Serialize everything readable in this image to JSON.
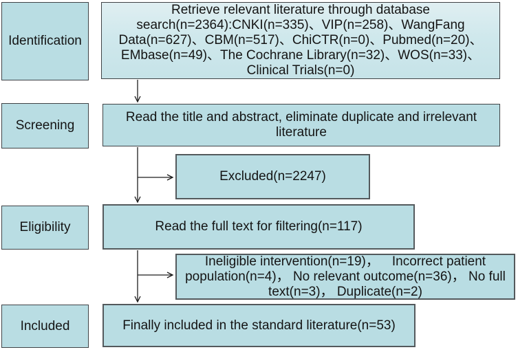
{
  "diagram": {
    "stages": [
      {
        "label": "Identification"
      },
      {
        "label": "Screening"
      },
      {
        "label": "Eligibility"
      },
      {
        "label": "Included"
      }
    ],
    "boxes": {
      "retrieve": "Retrieve relevant literature through database\nsearch(n=2364):CNKI(n=335)、VIP(n=258)、WangFang\nData(n=627)、CBM(n=517)、ChiCTR(n=0)、Pubmed(n=20)、\nEMbase(n=49)、The Cochrane Library(n=32)、WOS(n=33)、\nClinical Trials(n=0)",
      "screen": "Read the title and abstract, eliminate duplicate and irrelevant\nliterature",
      "excluded": "Excluded(n=2247)",
      "fulltext": "Read the full text for filtering(n=117)",
      "ineligible": "Ineligible intervention(n=19)，  Incorrect patient\npopulation(n=4)， No relevant outcome(n=36)， No full\ntext(n=3)， Duplicate(n=2)",
      "included": "Finally included in the standard literature(n=53)"
    },
    "colors": {
      "box_fill": "#b9dde3",
      "box_fill_top_gradient": "#ddeef1",
      "border_dark": "#3f4245",
      "border_gray": "#53595c",
      "arrow": "#1c1c1c"
    }
  }
}
